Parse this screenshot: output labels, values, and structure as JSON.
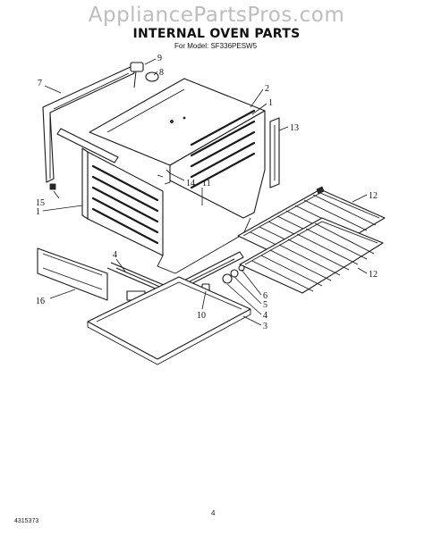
{
  "watermark": "AppliancePartsPros.com",
  "title": "INTERNAL OVEN PARTS",
  "subtitle": "For Model: SF336PESW5",
  "footer": {
    "code": "4315373",
    "page": "4"
  },
  "callouts": {
    "c1a": "1",
    "c1b": "1",
    "c2": "2",
    "c3": "3",
    "c4a": "4",
    "c4b": "4",
    "c5": "5",
    "c6": "6",
    "c7": "7",
    "c8": "8",
    "c9": "9",
    "c10": "10",
    "c11": "11",
    "c12a": "12",
    "c12b": "12",
    "c13": "13",
    "c14": "14",
    "c15": "15",
    "c16": "16"
  }
}
